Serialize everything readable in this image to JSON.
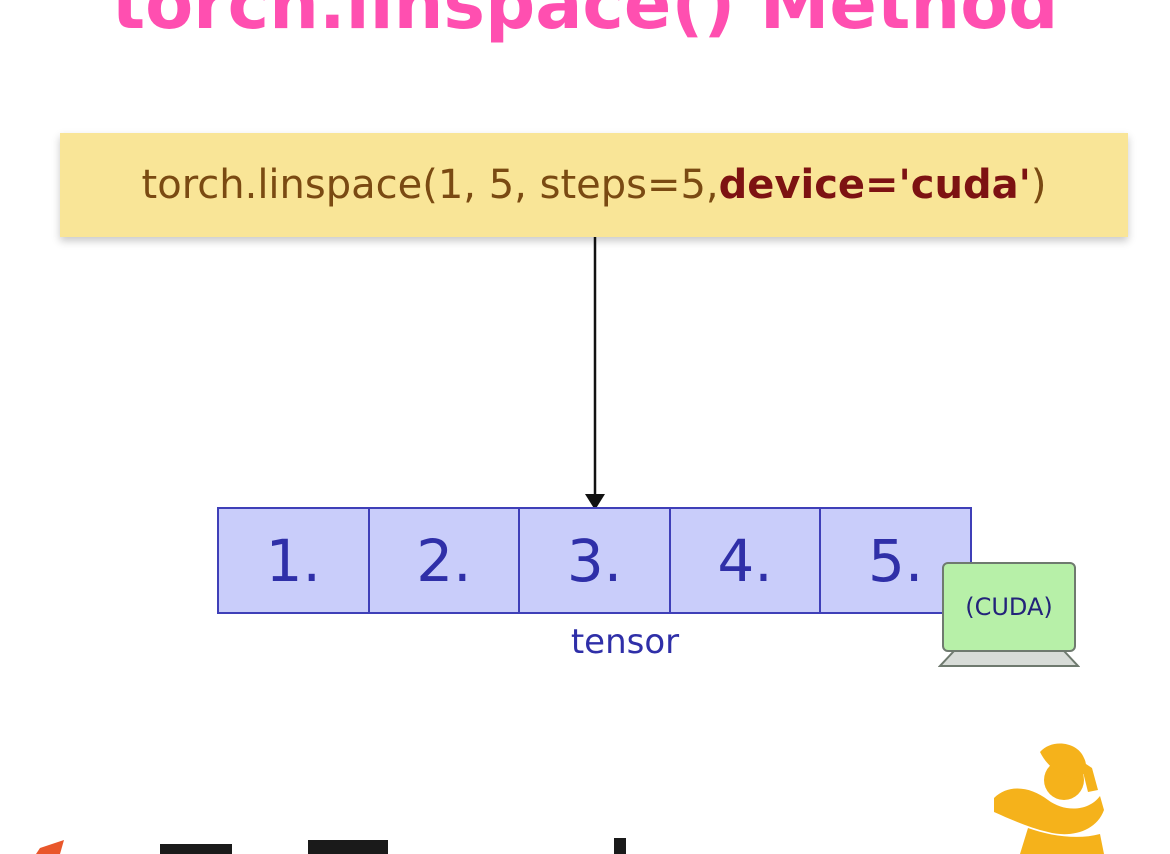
{
  "title": "torch.linspace() Method",
  "code": {
    "prefix": "torch.linspace(1, 5, steps=5, ",
    "highlight": "device='cuda'",
    "suffix": ")"
  },
  "tensor": {
    "cells": [
      "1.",
      "2.",
      "3.",
      "4.",
      "5."
    ],
    "label": "tensor"
  },
  "device": {
    "label": "(CUDA)",
    "icon": "laptop-icon"
  },
  "logo": {
    "icon": "pytorch-logo"
  },
  "colors": {
    "title": "#ff4fb0",
    "code_bg": "#f9e597",
    "code_text": "#7a4a12",
    "code_highlight": "#7d1212",
    "cell_text": "#2f2fa8",
    "tensor_label": "#2f2fa8",
    "device_screen": "#b7f0a8",
    "device_text": "#23237a",
    "logo_orange": "#e9572b",
    "mascot_yellow": "#f5b21b"
  }
}
